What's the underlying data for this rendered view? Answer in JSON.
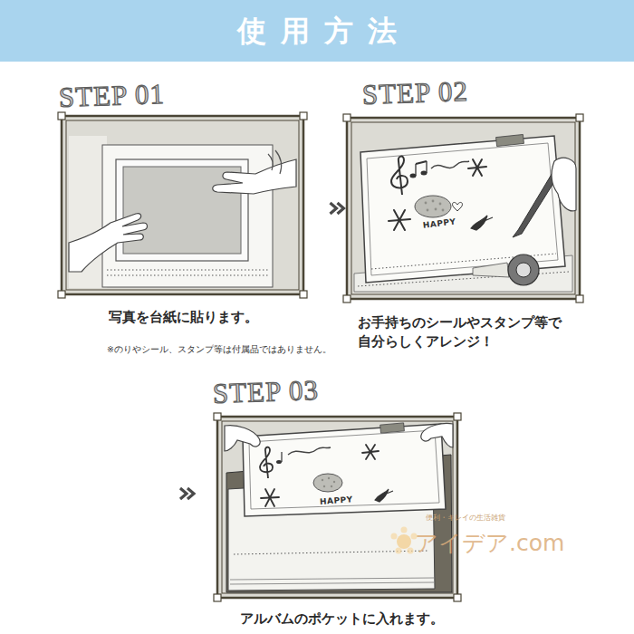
{
  "diagram": {
    "title": "使用方法",
    "nodes": [
      {
        "text": [
          "STEP 01",
          "写真を台紙に貼ります。",
          "※のりやシール、スタンプ等は付属品ではありません。"
        ]
      },
      {
        "text": [
          "STEP 02",
          "お手持ちのシールやスタンプ等で 自分らしくアレンジ！"
        ]
      },
      {
        "text": [
          "STEP 03",
          "アルバムのポケットに入れます。"
        ]
      }
    ],
    "edges": [
      {
        "from": 0,
        "to": 1,
        "arrow": "to"
      },
      {
        "from": 1,
        "to": 2,
        "arrow": "to"
      }
    ],
    "labels": [
      "HAPPY",
      "HAPPY",
      "便利・キレイの生活雑貨",
      "アイデア.com"
    ]
  }
}
